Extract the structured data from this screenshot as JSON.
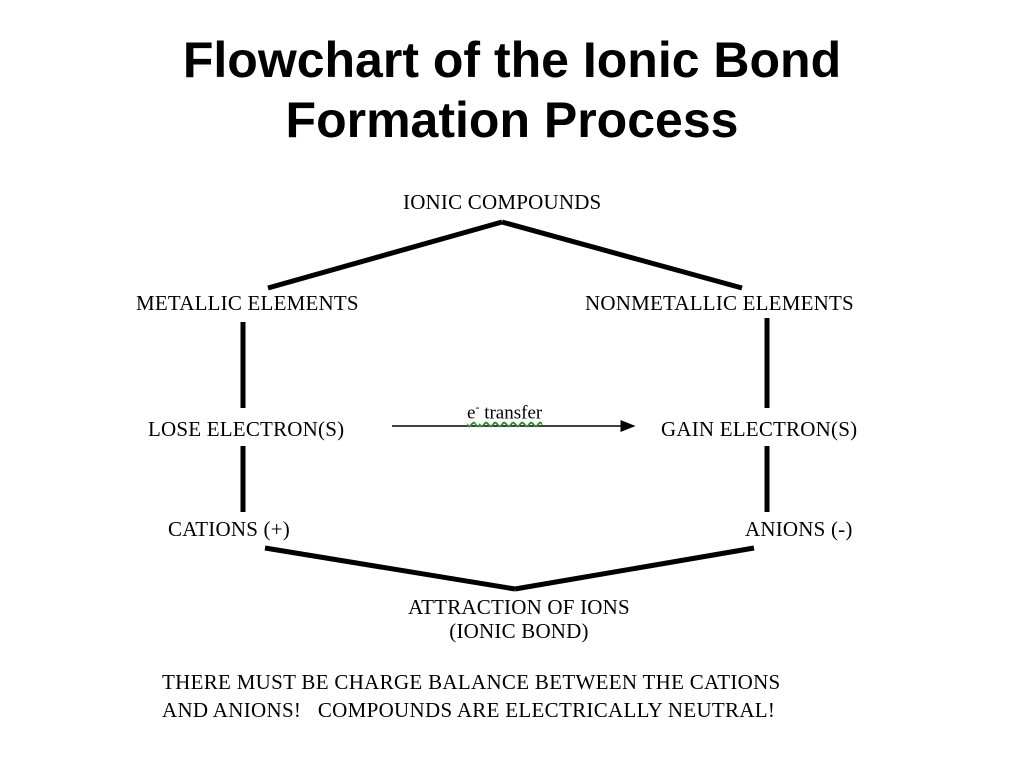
{
  "title": {
    "line1": "Flowchart of the Ionic Bond",
    "line2": "Formation Process"
  },
  "diagram": {
    "ionic_compounds": "IONIC COMPOUNDS",
    "metallic_elements": "METALLIC ELEMENTS",
    "nonmetallic_elements": "NONMETALLIC ELEMENTS",
    "lose_electrons": "LOSE ELECTRON(S)",
    "gain_electrons": "GAIN ELECTRON(S)",
    "transfer_prefix": "e",
    "transfer_sup": "-",
    "transfer_word": " transfer",
    "cations": "CATIONS (+)",
    "anions": "ANIONS (-)",
    "attraction_line1": "ATTRACTION OF IONS",
    "attraction_line2": "(IONIC BOND)"
  },
  "note": {
    "line1": "THERE MUST BE CHARGE BALANCE BETWEEN THE CATIONS",
    "line2": "AND ANIONS!   COMPOUNDS ARE ELECTRICALLY NEUTRAL!"
  },
  "colors": {
    "lines": "#000000",
    "underline": "#2e8b2e"
  }
}
